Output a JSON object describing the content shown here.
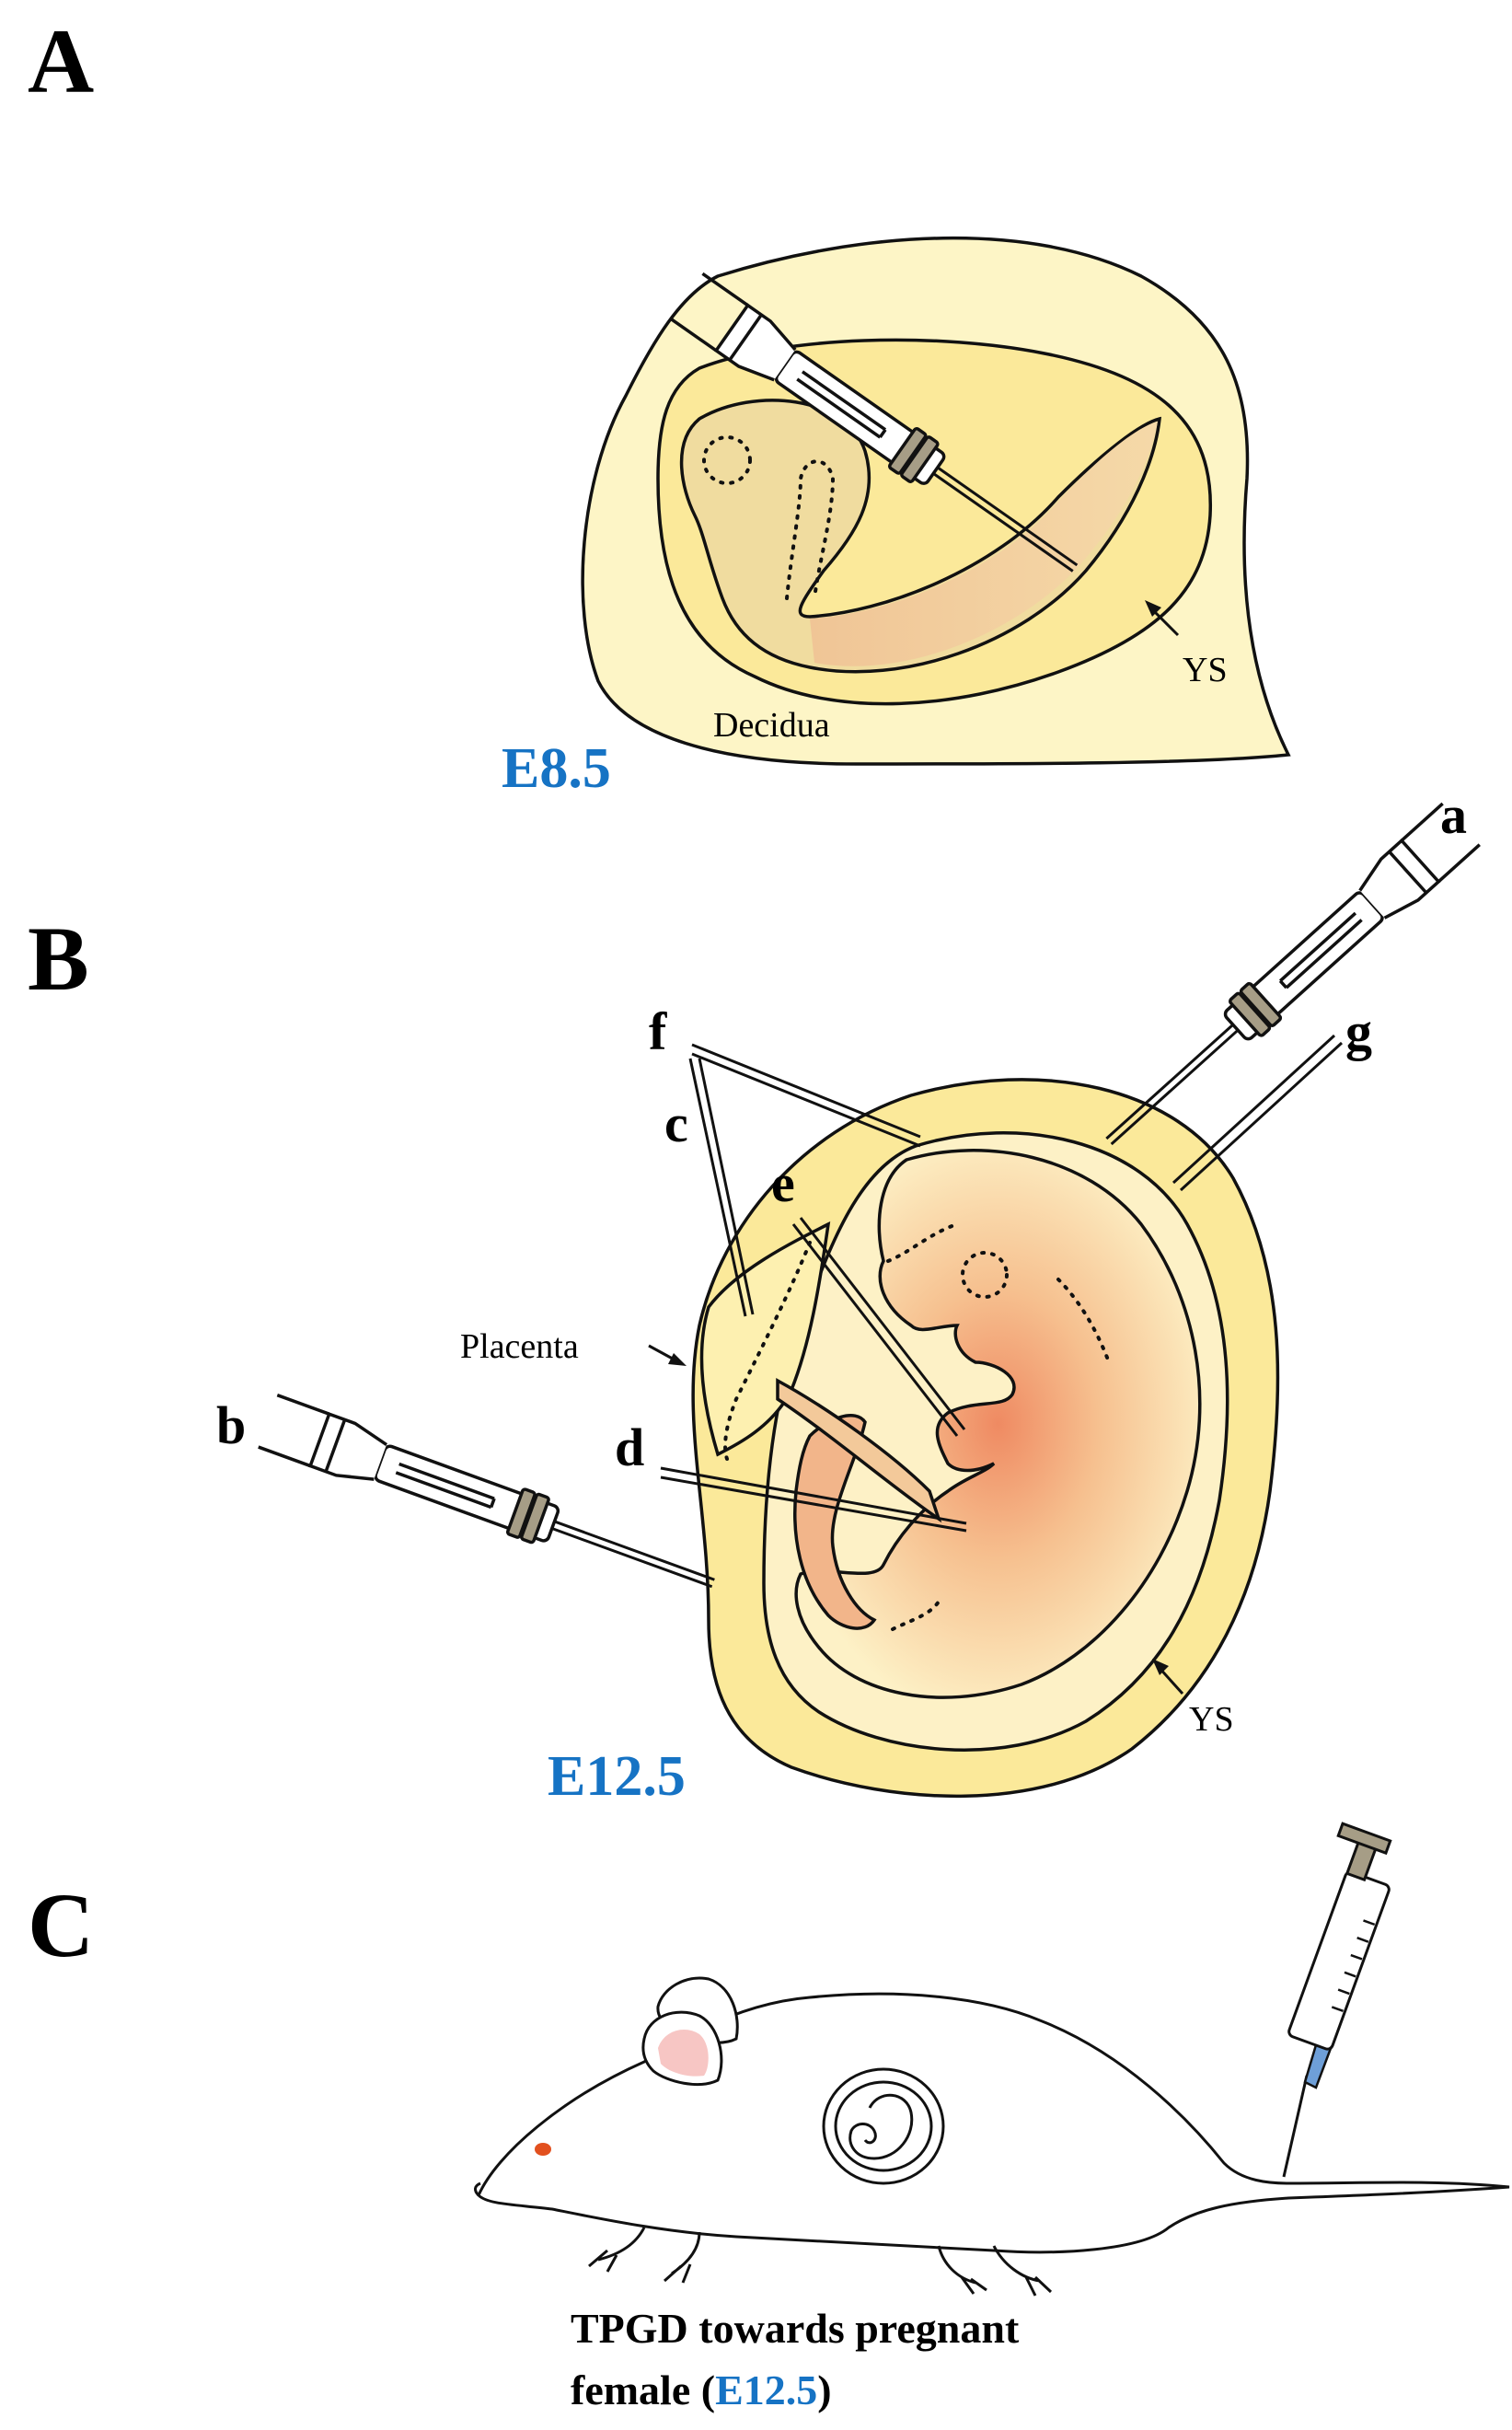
{
  "panels": {
    "a": {
      "letter": "A",
      "stage": "E8.5",
      "labels": {
        "decidua": "Decidua",
        "ys": "YS"
      }
    },
    "b": {
      "letter": "B",
      "stage": "E12.5",
      "labels": {
        "placenta": "Placenta",
        "ys": "YS"
      },
      "sites": [
        "a",
        "b",
        "c",
        "d",
        "e",
        "f",
        "g"
      ]
    },
    "c": {
      "letter": "C",
      "caption_line1": "TPGD towards pregnant",
      "caption_line2_pre": "female (",
      "caption_line2_stage": "E12.5",
      "caption_line2_post": ")"
    }
  },
  "colors": {
    "stage_blue": "#1673c4",
    "decidua_fill": "#fdf5c6",
    "yolk_sac_fill": "#fbe99a",
    "embryo_fill": "#f0dc9f",
    "tail_fill": "#edc79b",
    "embryo_red": "#ef8a62",
    "plunger_band": "#a69d86",
    "needle_blue": "#6e9fd8",
    "mouse_ear": "#f7c6c4",
    "mouse_eye": "#e2501e"
  }
}
